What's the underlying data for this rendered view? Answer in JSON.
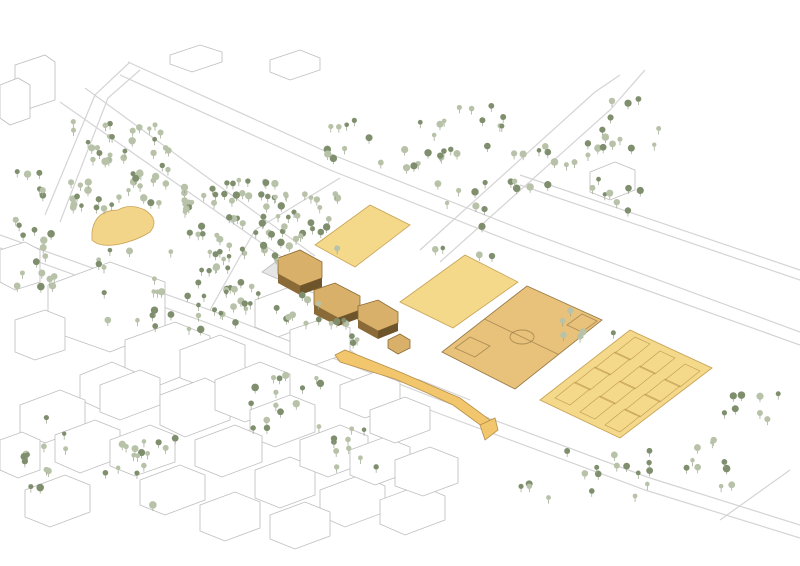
{
  "colors": {
    "background": "#ffffff",
    "road": "#d4d4d4",
    "building_outline": "#bdbdbd",
    "tree_light": "#b7c2a8",
    "tree_dark": "#7f8f6e",
    "sports_field": "#f4d98b",
    "football_pitch": "#e8c17a",
    "pond": "#f2d589",
    "school_roof": "#d8b06a",
    "school_wall": "#8a6a36",
    "promenade": "#f1c66d"
  },
  "features": [
    "pond",
    "sports-field-north",
    "sports-field-middle",
    "football-pitch",
    "tennis-courts",
    "school-buildings",
    "linear-building-strip",
    "urban-blocks",
    "tree-cover"
  ]
}
